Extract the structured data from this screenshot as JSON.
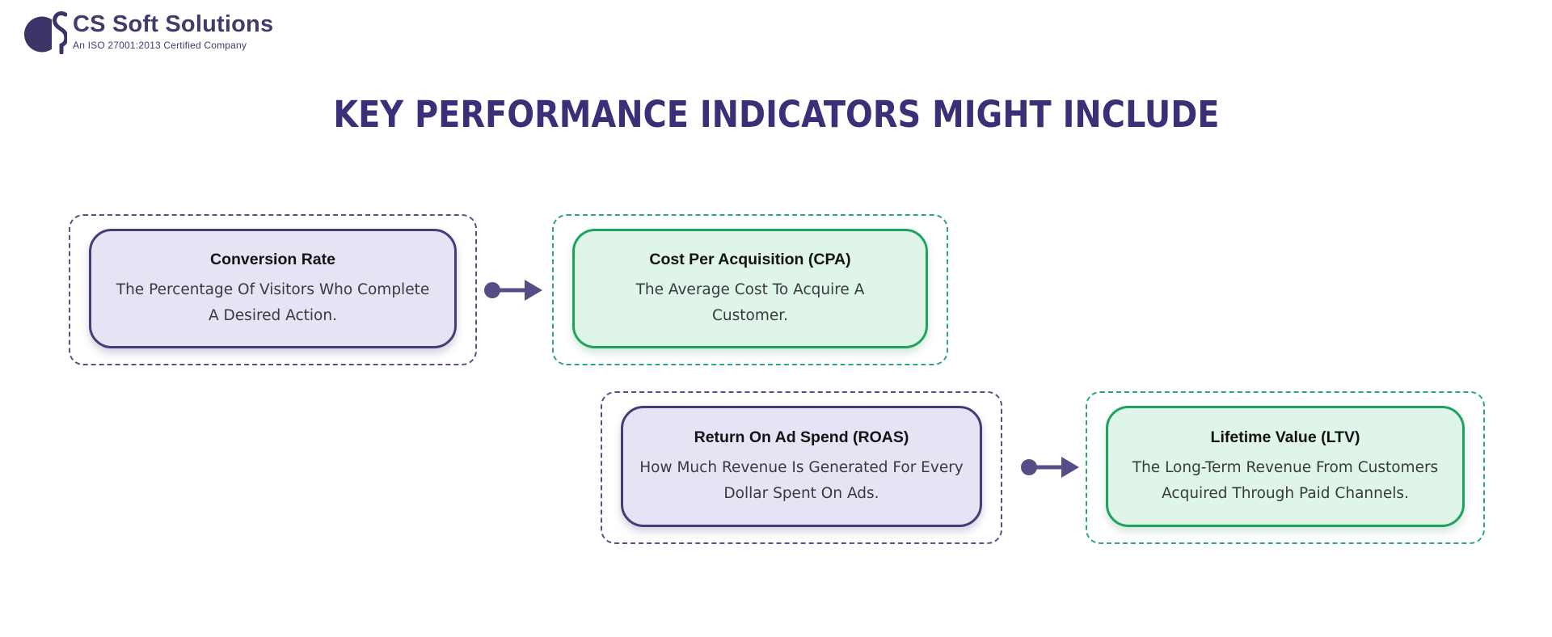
{
  "brand": {
    "name": "CS Soft Solutions",
    "tagline": "An ISO 27001:2013 Certified Company",
    "logo_color": "#3e3367"
  },
  "page": {
    "title": "KEY PERFORMANCE INDICATORS MIGHT INCLUDE",
    "title_color": "#3b3077",
    "background_color": "#ffffff"
  },
  "diagram": {
    "connector": {
      "icon": "circle-arrow-right",
      "color": "#584c87"
    },
    "theme_colors": {
      "purple": {
        "card_background": "#e7e2f4",
        "card_border": "#473c75",
        "dashed_outline": "#5a4f8e"
      },
      "green": {
        "card_background": "#dff5e9",
        "card_border": "#1ea35f",
        "dashed_outline": "#2bab6b"
      }
    },
    "cards": [
      {
        "id": "conversion-rate",
        "theme": "purple",
        "title": "Conversion Rate",
        "description_lines": [
          "The Percentage Of Visitors Who Complete",
          "A Desired Action."
        ]
      },
      {
        "id": "cost-per-acquisition",
        "theme": "green",
        "title": "Cost Per Acquisition (CPA)",
        "description_lines": [
          "The Average Cost To Acquire A",
          "Customer."
        ]
      },
      {
        "id": "return-on-ad-spend",
        "theme": "purple",
        "title": "Return On Ad Spend (ROAS)",
        "description_lines": [
          "How Much Revenue Is Generated For Every",
          "Dollar Spent On Ads."
        ]
      },
      {
        "id": "lifetime-value",
        "theme": "green",
        "title": "Lifetime Value (LTV)",
        "description_lines": [
          "The Long-Term Revenue From Customers",
          "Acquired Through Paid Channels."
        ]
      }
    ]
  }
}
